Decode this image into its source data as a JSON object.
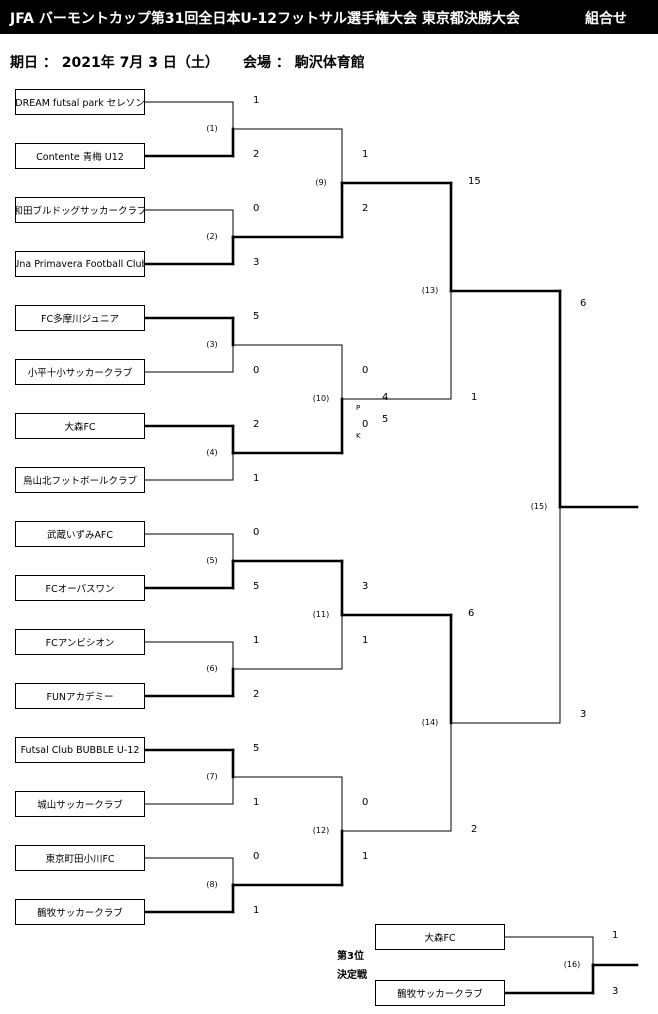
{
  "header": {
    "title": "JFA バーモントカップ第31回全日本U-12フットサル選手権大会 東京都決勝大会",
    "right_label": "組合せ"
  },
  "date_line": "期日 ：  2021年 7月 3 日（土）",
  "venue_line": "会場 ：  駒沢体育館",
  "teams": [
    "DREAM futsal park セレソン",
    "Contente  青梅 U12",
    "和田ブルドッグサッカークラブ",
    "Una Primavera Football Club",
    "FC多摩川ジュニア",
    "小平十小サッカークラブ",
    "大森FC",
    "烏山北フットボールクラブ",
    "武蔵いずみAFC",
    "FCオーパスワン",
    "FCアンビシオン",
    "FUNアカデミー",
    "Futsal Club BUBBLE U-12",
    "城山サッカークラブ",
    "東京町田小川FC",
    "鶴牧サッカークラブ"
  ],
  "round1": [
    {
      "no": "(1)",
      "scores": [
        "1",
        "2"
      ],
      "winner": 1
    },
    {
      "no": "(2)",
      "scores": [
        "0",
        "3"
      ],
      "winner": 1
    },
    {
      "no": "(3)",
      "scores": [
        "5",
        "0"
      ],
      "winner": 0
    },
    {
      "no": "(4)",
      "scores": [
        "2",
        "1"
      ],
      "winner": 0
    },
    {
      "no": "(5)",
      "scores": [
        "0",
        "5"
      ],
      "winner": 1
    },
    {
      "no": "(6)",
      "scores": [
        "1",
        "2"
      ],
      "winner": 1
    },
    {
      "no": "(7)",
      "scores": [
        "5",
        "1"
      ],
      "winner": 0
    },
    {
      "no": "(8)",
      "scores": [
        "0",
        "1"
      ],
      "winner": 1
    }
  ],
  "round2": [
    {
      "no": "(9)",
      "scores": [
        "1",
        "2"
      ],
      "winner": 1
    },
    {
      "no": "(10)",
      "scores": [
        "0",
        "0"
      ],
      "pk_scores": [
        "4",
        "5"
      ],
      "pk_letters": [
        "P",
        "K"
      ],
      "winner": 1
    },
    {
      "no": "(11)",
      "scores": [
        "3",
        "1"
      ],
      "winner": 0
    },
    {
      "no": "(12)",
      "scores": [
        "0",
        "1"
      ],
      "winner": 1
    }
  ],
  "semis": [
    {
      "no": "(13)",
      "scores": [
        "15",
        "1"
      ],
      "winner": 0
    },
    {
      "no": "(14)",
      "scores": [
        "6",
        "2"
      ],
      "winner": 0
    }
  ],
  "final": {
    "no": "(15)",
    "scores": [
      "6",
      "3"
    ],
    "winner": 0
  },
  "third_place": {
    "label_line1": "第3位",
    "label_line2": "決定戦",
    "teams": [
      "大森FC",
      "鶴牧サッカークラブ"
    ],
    "no": "(16)",
    "scores": [
      "1",
      "3"
    ],
    "winner": 1
  }
}
